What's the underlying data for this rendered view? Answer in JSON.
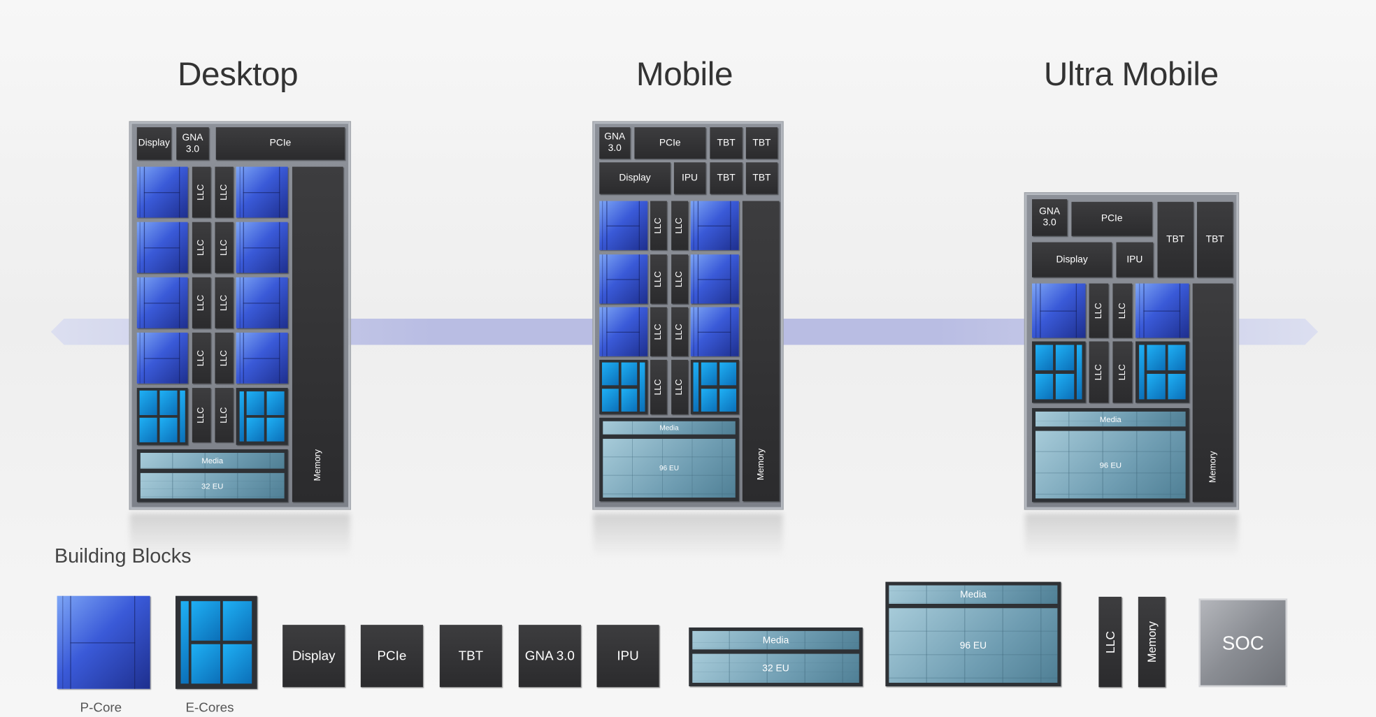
{
  "titles": {
    "desktop": "Desktop",
    "mobile": "Mobile",
    "ultra_mobile": "Ultra Mobile"
  },
  "labels": {
    "display": "Display",
    "gna": "GNA 3.0",
    "pcie": "PCIe",
    "tbt": "TBT",
    "ipu": "IPU",
    "llc": "LLC",
    "memory": "Memory",
    "media": "Media",
    "eu32": "32 EU",
    "eu96": "96 EU"
  },
  "building_blocks": {
    "heading": "Building Blocks",
    "p_core": "P-Core",
    "e_cores": "E-Cores",
    "soc": "SOC"
  },
  "colors": {
    "p_core": "#3a5ad8",
    "e_core": "#1fb0f5",
    "gpu": "#8fb8c8",
    "block": "#333333",
    "band": "#b9bde3"
  }
}
